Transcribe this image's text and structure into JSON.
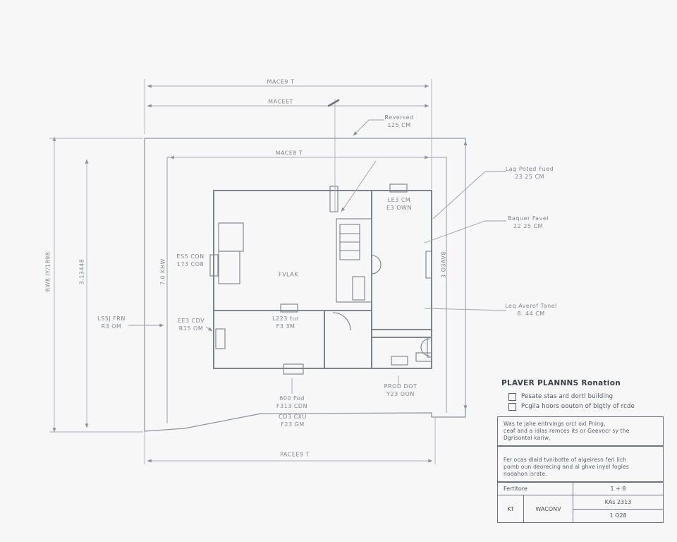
{
  "drawing": {
    "dims": {
      "top_outer": "MACE9 T",
      "top_inner": "MACEET",
      "fence_top": "MACE8 T",
      "bottom": "PACEE9 T",
      "left_outer": "RW8.IY/1898",
      "left_inner": "3.13448",
      "right": "3 O3AV8",
      "yard_left": "7.0 KHW"
    },
    "labels": {
      "reversed": {
        "l1": "Reversed",
        "l2": "125 CM"
      },
      "lead_right_1": {
        "l1": "Lag Poted Fued",
        "l2": "23 25 CM"
      },
      "lead_right_2": {
        "l1": "Baquer Favel",
        "l2": "22 25 CM"
      },
      "lead_right_3": {
        "l1": "Leq Averof Tanel",
        "l2": "8. 44 CM"
      },
      "lead_left": {
        "l1": "LS5J FRN",
        "l2": "R3 OM"
      },
      "yard_upper": {
        "l1": "ES5 CON",
        "l2": "173 CO8"
      },
      "yard_lower": {
        "l1": "EE3 CDV",
        "l2": "R15 OM"
      },
      "room_main": "FVLAK",
      "room_top_right": {
        "l1": "LE3 CM",
        "l2": "E3 OWN"
      },
      "room_bottom_left": {
        "l1": "L223 tur",
        "l2": "F3 3M"
      },
      "bottom_note_1": {
        "l1": "600 Fod",
        "l2": "F313 CDN"
      },
      "bottom_note_2": {
        "l1": "CD3 CXU",
        "l2": "F23 GM"
      },
      "prod_note": {
        "l1": "PROD DOT",
        "l2": "Y23 OON"
      }
    }
  },
  "titleblock": {
    "heading": "PLAVER PLANNNS Ronation",
    "checkboxes": [
      {
        "label": "Pesate stas ard dortl building"
      },
      {
        "label": "Pcgila hoors oouton of bigtly of rcde"
      }
    ],
    "note1": {
      "l1": "Was te jahe entrvings orct oxl Pning,",
      "l2": "ceaf and a idlas remces its or Geevocr sy the",
      "l3": "Dgrisontal kariw,"
    },
    "note2": {
      "l1": "Fer ocas dlaid tvnibotte of algeiresn ferl lich",
      "l2": "pomb oun deorecing and al ghve inyel fogles",
      "l3": "nodahon israte."
    },
    "table": {
      "row1_label": "Fertitore",
      "row1_value": "1 + 8",
      "row2_col1": "KT",
      "row2_col2": "WACONV",
      "row2_value_top": "KAs 2313",
      "row2_value_bottom": "1 O28"
    }
  },
  "colors": {
    "paper": "#f7f7f8",
    "line": "#8d939d",
    "wall": "#6f7681",
    "annotation_text": "#80878f",
    "titleblock_text": "#4d535c"
  }
}
